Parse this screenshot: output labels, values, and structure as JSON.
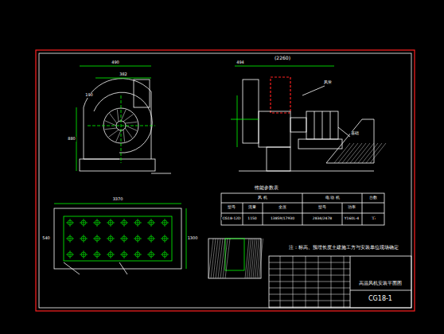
{
  "diagram": {
    "title": "高温风机安装平面图",
    "labels": [
      "490",
      "382",
      "190",
      "880",
      "(2260)",
      "494",
      "风管",
      "基础",
      "3370",
      "1300",
      "540",
      "性能参数表",
      "风 机",
      "电 动 机",
      "台数",
      "型号",
      "流量",
      "全压",
      "型号",
      "功率",
      "CG18-12D",
      "1150",
      "13859/17930",
      "2834/2478",
      "Y160L-4",
      "15",
      "1",
      "注：标高、预埋长度土建施工方与安装单位现场确定",
      "CG18-1"
    ]
  }
}
